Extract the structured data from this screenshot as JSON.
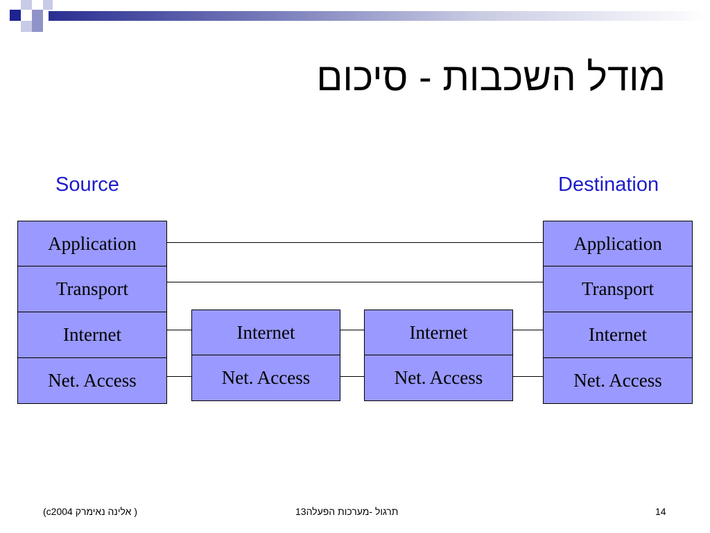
{
  "slide": {
    "title": "מודל השכבות - סיכום",
    "source_label": "Source",
    "destination_label": "Destination",
    "colors": {
      "layer_fill": "#9999ff",
      "label_blue": "#1c1ccc",
      "logo_dark": "#1f2390"
    }
  },
  "diagram": {
    "source_stack": [
      "Application",
      "Transport",
      "Internet",
      "Net. Access"
    ],
    "router_1": [
      "Internet",
      "Net. Access"
    ],
    "router_2": [
      "Internet",
      "Net. Access"
    ],
    "destination_stack": [
      "Application",
      "Transport",
      "Internet",
      "Net. Access"
    ]
  },
  "footer": {
    "left": "(c2004 אלינה נאימרק )",
    "center": "13תרגול  -מערכות הפעלה",
    "page_number": "14"
  }
}
